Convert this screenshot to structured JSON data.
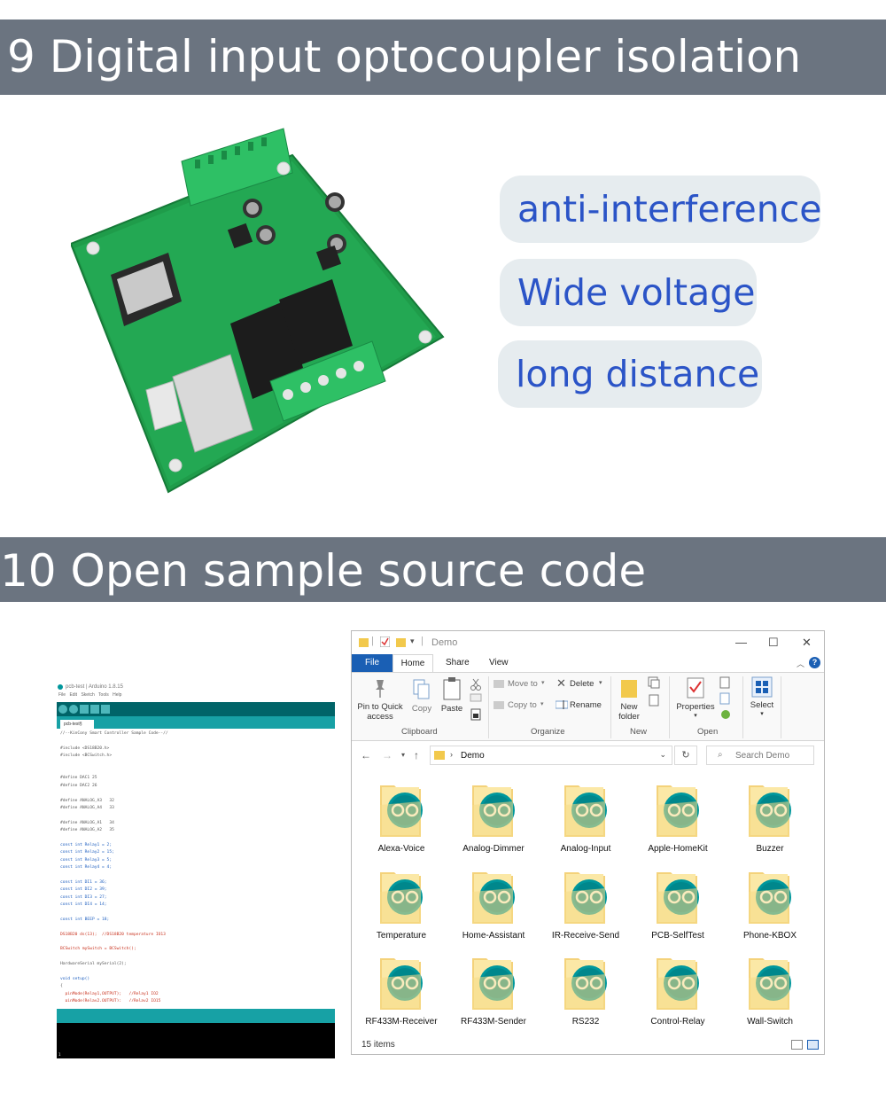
{
  "section1": {
    "title": "9 Digital input optocoupler isolation",
    "features": [
      "anti-interference",
      "Wide voltage",
      "long distance"
    ]
  },
  "section2": {
    "title": "10 Open sample source code"
  },
  "ide": {
    "title": "pcb-test | Arduino 1.8.15",
    "menu": "File Edit Sketch Tools Help",
    "tab": "pcb-test§",
    "code": [
      {
        "t": "//--KinCony Smart Controller Sample Code--//",
        "c": ""
      },
      {
        "t": "",
        "c": "gap"
      },
      {
        "t": "#include <DS18B20.h>",
        "c": ""
      },
      {
        "t": "#include <BCSwitch.h>",
        "c": ""
      },
      {
        "t": "",
        "c": "gap"
      },
      {
        "t": "",
        "c": "gap"
      },
      {
        "t": "#define DAC1 25",
        "c": ""
      },
      {
        "t": "#define DAC2 26",
        "c": ""
      },
      {
        "t": "",
        "c": "gap"
      },
      {
        "t": "#define ANALOG_A3   32",
        "c": ""
      },
      {
        "t": "#define ANALOG_A4   33",
        "c": ""
      },
      {
        "t": "",
        "c": "gap"
      },
      {
        "t": "#define ANALOG_A1   34",
        "c": ""
      },
      {
        "t": "#define ANALOG_A2   35",
        "c": ""
      },
      {
        "t": "",
        "c": "gap"
      },
      {
        "t": "const int Relay1 = 2;",
        "c": "blue"
      },
      {
        "t": "const int Relay2 = 15;",
        "c": "blue"
      },
      {
        "t": "const int Relay3 = 5;",
        "c": "blue"
      },
      {
        "t": "const int Relay4 = 4;",
        "c": "blue"
      },
      {
        "t": "",
        "c": "gap"
      },
      {
        "t": "const int DI1 = 36;",
        "c": "blue"
      },
      {
        "t": "const int DI2 = 39;",
        "c": "blue"
      },
      {
        "t": "const int DI3 = 27;",
        "c": "blue"
      },
      {
        "t": "const int DI4 = 14;",
        "c": "blue"
      },
      {
        "t": "",
        "c": "gap"
      },
      {
        "t": "const int BEEP = 18;",
        "c": "blue"
      },
      {
        "t": "",
        "c": "gap"
      },
      {
        "t": "DS18B20 ds(13);  //DS18B20 temperature IO13",
        "c": "red"
      },
      {
        "t": "",
        "c": "gap"
      },
      {
        "t": "BCSwitch mySwitch = BCSwitch();",
        "c": "red"
      },
      {
        "t": "",
        "c": "gap"
      },
      {
        "t": "HardwareSerial mySerial(2);",
        "c": ""
      },
      {
        "t": "",
        "c": "gap"
      },
      {
        "t": "void setup()",
        "c": "blue"
      },
      {
        "t": "{",
        "c": ""
      },
      {
        "t": "  pinMode(Relay1,OUTPUT);   //Relay1 IO2",
        "c": "red"
      },
      {
        "t": "  pinMode(Relay2,OUTPUT);   //Relay2 IO15",
        "c": "red"
      }
    ],
    "line_no": "1"
  },
  "explorer": {
    "title": "Demo",
    "tabs": {
      "file": "File",
      "home": "Home",
      "share": "Share",
      "view": "View"
    },
    "ribbon": {
      "pin": "Pin to Quick access",
      "copy": "Copy",
      "paste": "Paste",
      "move_to": "Move to",
      "copy_to": "Copy to",
      "delete": "Delete",
      "rename": "Rename",
      "new_folder": "New folder",
      "properties": "Properties",
      "select": "Select",
      "groups": {
        "clipboard": "Clipboard",
        "organize": "Organize",
        "new": "New",
        "open": "Open"
      }
    },
    "address": "Demo",
    "search_placeholder": "Search Demo",
    "folders": [
      "Alexa-Voice",
      "Analog-Dimmer",
      "Analog-Input",
      "Apple-HomeKit",
      "Buzzer",
      "Temperature",
      "Home-Assistant",
      "IR-Receive-Send",
      "PCB-SelfTest",
      "Phone-KBOX",
      "RF433M-Receiver",
      "RF433M-Sender",
      "RS232",
      "Control-Relay",
      "Wall-Switch"
    ],
    "status": "15 items"
  },
  "colors": {
    "banner": "#6b7480",
    "pill_bg": "#e6ecef",
    "pill_text": "#2b54c7",
    "arduino_teal": "#00979c",
    "explorer_accent": "#1a5fb4",
    "folder_yellow": "#f2c94c"
  }
}
